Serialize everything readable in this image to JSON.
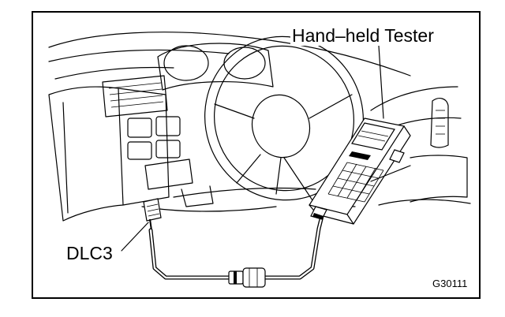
{
  "labels": {
    "hand_held_tester": "Hand–held Tester",
    "dlc3": "DLC3",
    "figure_code": "G30111"
  },
  "colors": {
    "line": "#000000",
    "background": "#ffffff"
  }
}
